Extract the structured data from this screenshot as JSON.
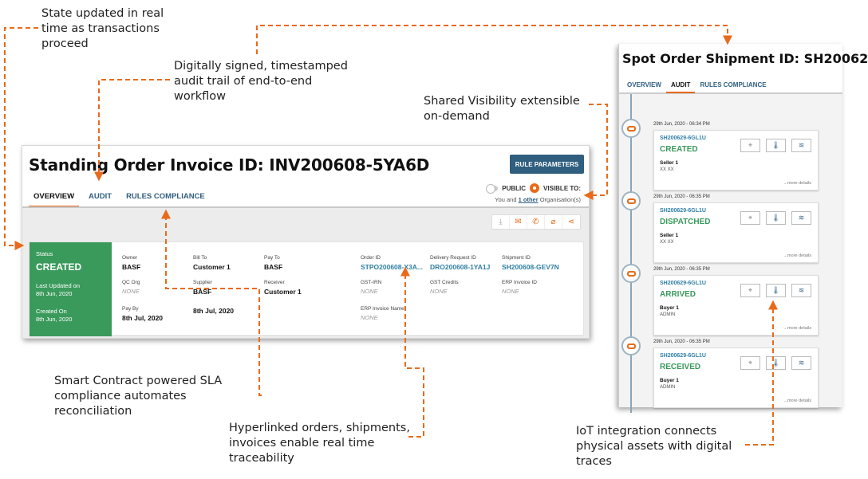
{
  "callouts": {
    "state": "State updated in real\ntime as transactions\nproceed",
    "audit": "Digitally signed, timestamped\naudit trail of end-to-end\nworkflow",
    "shared": "Shared Visibility extensible\non-demand",
    "smart": "Smart Contract powered SLA\ncompliance automates\nreconciliation",
    "hyper": "Hyperlinked orders, shipments,\ninvoices enable real time\ntraceability",
    "iot": "IoT integration connects\nphysical assets with digital\ntraces"
  },
  "invoice": {
    "title": "Standing Order Invoice ID: INV200608-5YA6D",
    "rule_button": "RULE PARAMETERS",
    "tabs": [
      "OVERVIEW",
      "AUDIT",
      "RULES COMPLIANCE"
    ],
    "visibility": {
      "public": "PUBLIC",
      "visible_to": "VISIBLE TO:",
      "you_and": "You and",
      "other_link": "1 other",
      "orgs": "Organisation(s)"
    },
    "status": {
      "label": "Status",
      "value": "CREATED",
      "updated_label": "Last Updated on",
      "updated_value": "8th Jun, 2020",
      "created_label": "Created On",
      "created_value": "8th Jun, 2020"
    },
    "fields": {
      "owner": {
        "k": "Owner",
        "v": "BASF"
      },
      "bill_to": {
        "k": "Bill To",
        "v": "Customer 1"
      },
      "pay_to": {
        "k": "Pay To",
        "v": "BASF"
      },
      "order_id": {
        "k": "Order ID",
        "v": "STPO200608-X3A..."
      },
      "delivery": {
        "k": "Delivery Request ID",
        "v": "DRO200608-1YA1J"
      },
      "shipment": {
        "k": "Shipment ID",
        "v": "SH200608-GEV7N"
      },
      "qc_org": {
        "k": "QC Org",
        "v": "NONE"
      },
      "supplier": {
        "k": "Supplier",
        "v": "BASF"
      },
      "receiver": {
        "k": "Receiver",
        "v": "Customer 1"
      },
      "gst_irn": {
        "k": "GST-IRN",
        "v": "NONE"
      },
      "gst_credits": {
        "k": "GST Credits",
        "v": "NONE"
      },
      "erp_invoice": {
        "k": "ERP Invoice ID",
        "v": "NONE"
      },
      "pay_by": {
        "k": "Pay By",
        "v": "8th Jul, 2020"
      },
      "due": {
        "v": "8th Jul, 2020"
      },
      "erp_name": {
        "k": "ERP Invoice Name",
        "v": "NONE"
      }
    }
  },
  "shipment": {
    "title": "Spot Order Shipment ID: SH20062",
    "tabs": [
      "OVERVIEW",
      "AUDIT",
      "RULES COMPLIANCE"
    ],
    "events": [
      {
        "time": "29th Jun, 2020 - 06:34 PM",
        "id": "SH200629-6GL1U",
        "status": "CREATED",
        "party": "Seller 1",
        "role": "XX XX",
        "more": "...more details"
      },
      {
        "time": "29th Jun, 2020 - 06:35 PM",
        "id": "SH200629-6GL1U",
        "status": "DISPATCHED",
        "party": "Seller 1",
        "role": "XX XX",
        "more": "...more details"
      },
      {
        "time": "29th Jun, 2020 - 06:35 PM",
        "id": "SH200629-6GL1U",
        "status": "ARRIVED",
        "party": "Buyer 1",
        "role": "ADMIN",
        "more": "...more details"
      },
      {
        "time": "29th Jun, 2020 - 06:35 PM",
        "id": "SH200629-6GL1U",
        "status": "RECEIVED",
        "party": "Buyer 1",
        "role": "ADMIN",
        "more": "...more details"
      }
    ]
  },
  "colors": {
    "accent": "#e86a1a",
    "brand": "#2f5e7f",
    "status_green": "#3a9a5c",
    "link": "#2f7fa5"
  }
}
